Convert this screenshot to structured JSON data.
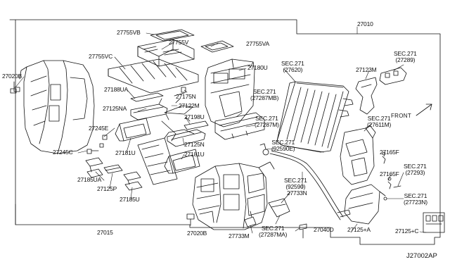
{
  "diagram": {
    "front_label": "FRONT",
    "diagram_id": "J27002AP",
    "labels": [
      {
        "key": "l27010",
        "text": "27010"
      },
      {
        "key": "l27755vb",
        "text": "27755VB"
      },
      {
        "key": "l27755v",
        "text": "27755V"
      },
      {
        "key": "l27755va",
        "text": "27755VA"
      },
      {
        "key": "l27755vc",
        "text": "27755VC"
      },
      {
        "key": "l27020b_a",
        "text": "27020B"
      },
      {
        "key": "l27180u",
        "text": "27180U"
      },
      {
        "key": "l27188ua",
        "text": "27188UA"
      },
      {
        "key": "l27175n",
        "text": "27175N"
      },
      {
        "key": "l27122m",
        "text": "27122M"
      },
      {
        "key": "l27125na",
        "text": "27125NA"
      },
      {
        "key": "l27198u",
        "text": "27198U"
      },
      {
        "key": "l27245e",
        "text": "27245E"
      },
      {
        "key": "l27181u_a",
        "text": "27181U"
      },
      {
        "key": "l27125n",
        "text": "27125N"
      },
      {
        "key": "l27245c",
        "text": "27245C"
      },
      {
        "key": "l27181u_b",
        "text": "27181U"
      },
      {
        "key": "l27185ua",
        "text": "27185UA"
      },
      {
        "key": "l27125p",
        "text": "27125P"
      },
      {
        "key": "l27185u",
        "text": "27185U"
      },
      {
        "key": "l27015",
        "text": "27015"
      },
      {
        "key": "l27020b_b",
        "text": "27020B"
      },
      {
        "key": "l27733m",
        "text": "27733M"
      },
      {
        "key": "l27733n",
        "text": "27733N"
      },
      {
        "key": "l27040d",
        "text": "27040D"
      },
      {
        "key": "l27125a",
        "text": "27125+A"
      },
      {
        "key": "l27125c",
        "text": "27125+C"
      },
      {
        "key": "l27123m",
        "text": "27123M"
      },
      {
        "key": "l27165f_a",
        "text": "27165F"
      },
      {
        "key": "l27165f_b",
        "text": "27165F"
      },
      {
        "key": "sec27620_a",
        "text": "SEC.271"
      },
      {
        "key": "sec27620_b",
        "text": "(27620)"
      },
      {
        "key": "sec27289_a",
        "text": "SEC.271"
      },
      {
        "key": "sec27289_b",
        "text": "(27289)"
      },
      {
        "key": "sec27287mb_a",
        "text": "SEC.271"
      },
      {
        "key": "sec27287mb_b",
        "text": "(27287MB)"
      },
      {
        "key": "sec27287m_a",
        "text": "SEC.271"
      },
      {
        "key": "sec27287m_b",
        "text": "(27287M)"
      },
      {
        "key": "sec27611m_a",
        "text": "SEC.271"
      },
      {
        "key": "sec27611m_b",
        "text": "(27611M)"
      },
      {
        "key": "sec92590e_a",
        "text": "SEC.271"
      },
      {
        "key": "sec92590e_b",
        "text": "(92590E)"
      },
      {
        "key": "sec92590_a",
        "text": "SEC.271"
      },
      {
        "key": "sec92590_b",
        "text": "(92590)"
      },
      {
        "key": "sec27293_a",
        "text": "SEC.271"
      },
      {
        "key": "sec27293_b",
        "text": "(27293)"
      },
      {
        "key": "sec27723n_a",
        "text": "SEC.271"
      },
      {
        "key": "sec27723n_b",
        "text": "(27723N)"
      },
      {
        "key": "sec27287ma_a",
        "text": "SEC.271"
      },
      {
        "key": "sec27287ma_b",
        "text": "(27287MA)"
      }
    ]
  }
}
